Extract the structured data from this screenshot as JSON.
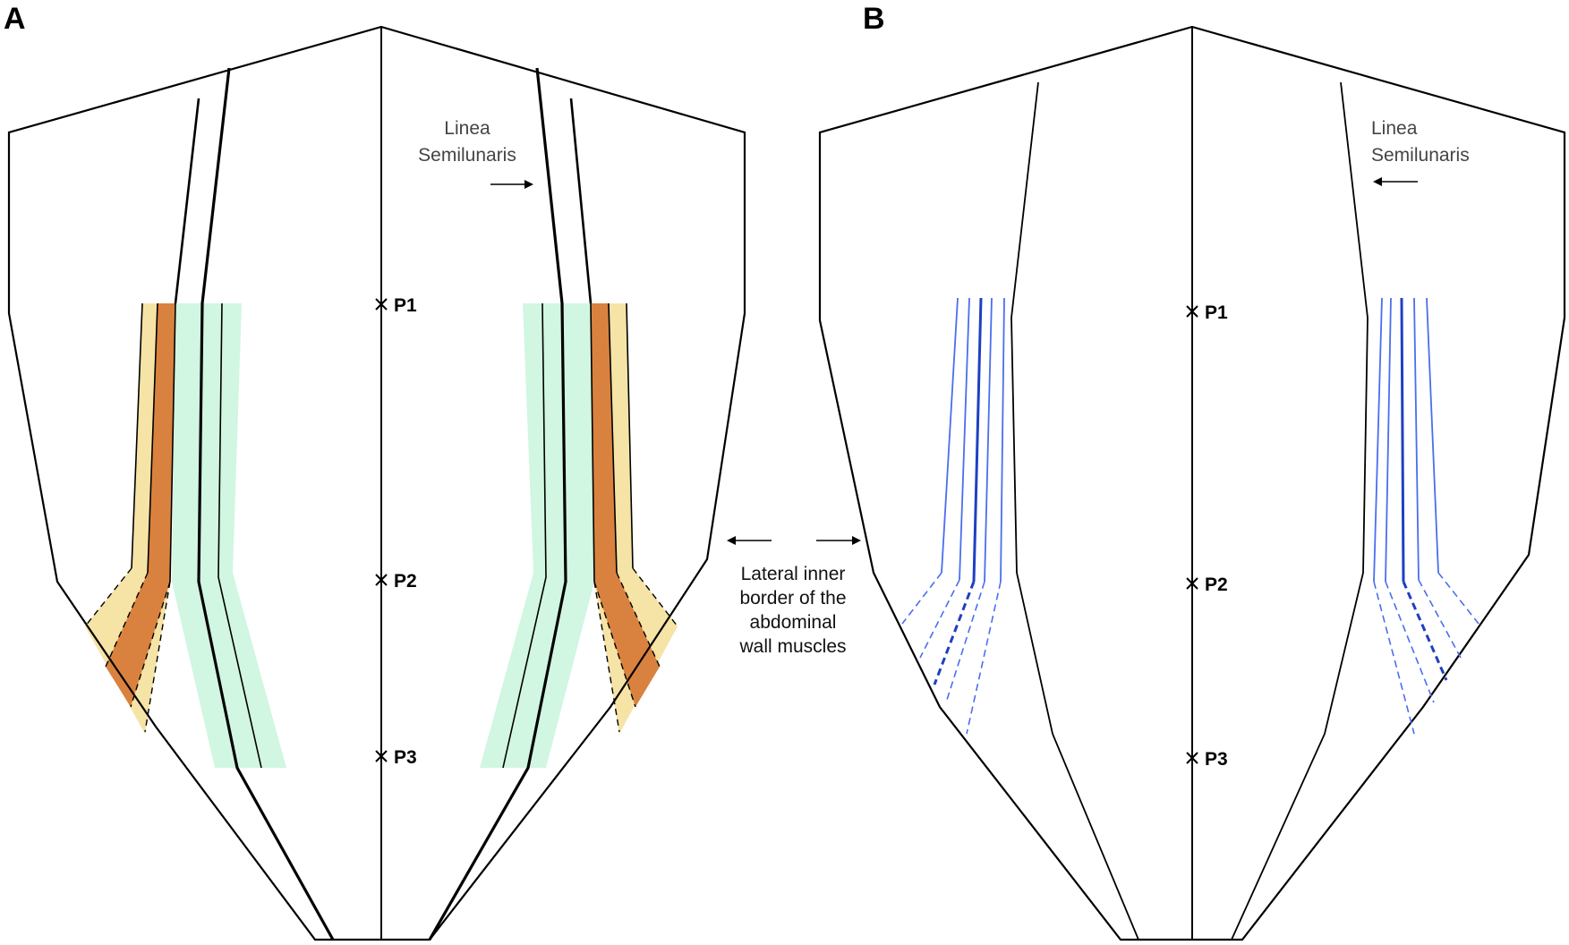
{
  "panels": [
    {
      "letter": "A",
      "annotation": [
        "Linea",
        "Semilunaris"
      ],
      "points": [
        "P1",
        "P2",
        "P3"
      ]
    },
    {
      "letter": "B",
      "annotation": [
        "Linea",
        "Semilunaris"
      ],
      "points": [
        "P1",
        "P2",
        "P3"
      ]
    }
  ],
  "center_label": [
    "Lateral inner",
    "border of the",
    "abdominal",
    "wall muscles"
  ],
  "colors": {
    "outline": "#000000",
    "zone_green": "#c9f5dc",
    "zone_yellow": "#f6e3a6",
    "zone_orange": "#d9823f",
    "line_blue": "#4a6ef0",
    "line_blue_dark": "#1f3fc2"
  },
  "icons": [
    "arrow-right-icon",
    "arrow-left-icon",
    "cross-mark-icon"
  ]
}
